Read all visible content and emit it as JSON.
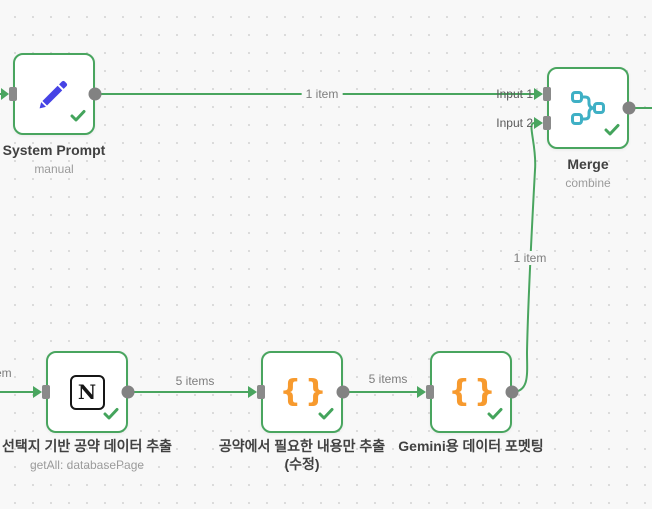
{
  "colors": {
    "success_green": "#49a55f",
    "edge_green": "#49a55f",
    "connector_gray": "#8a8a8a",
    "port_circle_gray": "#828282",
    "pencil_blue": "#4643e5",
    "merge_teal": "#3fb0c5",
    "code_orange": "#f79a2e",
    "notion_black": "#161616",
    "canvas_bg": "#f8f8f8",
    "title_text": "#414141",
    "subtitle_text": "#9b9b9b",
    "edge_label_text": "#7d7d7d"
  },
  "nodes": [
    {
      "name": "System Prompt",
      "subtitle": "manual",
      "icon": "pencil-icon",
      "status": "success"
    },
    {
      "name": "Merge",
      "subtitle": "combine",
      "icon": "merge-icon",
      "status": "success",
      "input_labels": [
        "Input 1",
        "Input 2"
      ]
    },
    {
      "name": "선택지 기반 공약 데이터 추출",
      "subtitle": "getAll: databasePage",
      "icon": "notion-icon",
      "icon_letter": "N",
      "status": "success"
    },
    {
      "name": "공약에서 필요한 내용만 추출\n(수정)",
      "icon": "curly-braces-icon",
      "icon_text": "{}",
      "status": "success"
    },
    {
      "name": "Gemini용 데이터 포멧팅",
      "icon": "curly-braces-icon",
      "icon_text": "{}",
      "status": "success"
    }
  ],
  "connections": [
    {
      "from": "off-screen-left",
      "to": "System Prompt",
      "label": ""
    },
    {
      "from": "System Prompt",
      "to": "Merge Input 1",
      "label": "1 item"
    },
    {
      "from": "off-screen-left",
      "to": "선택지 기반 공약 데이터 추출",
      "label": "em"
    },
    {
      "from": "선택지 기반 공약 데이터 추출",
      "to": "공약에서 필요한 내용만 추출 (수정)",
      "label": "5 items"
    },
    {
      "from": "공약에서 필요한 내용만 추출 (수정)",
      "to": "Gemini용 데이터 포멧팅",
      "label": "5 items"
    },
    {
      "from": "Gemini용 데이터 포멧팅",
      "to": "Merge Input 2",
      "label": "1 item"
    },
    {
      "from": "Merge",
      "to": "off-screen-right",
      "label": ""
    }
  ]
}
